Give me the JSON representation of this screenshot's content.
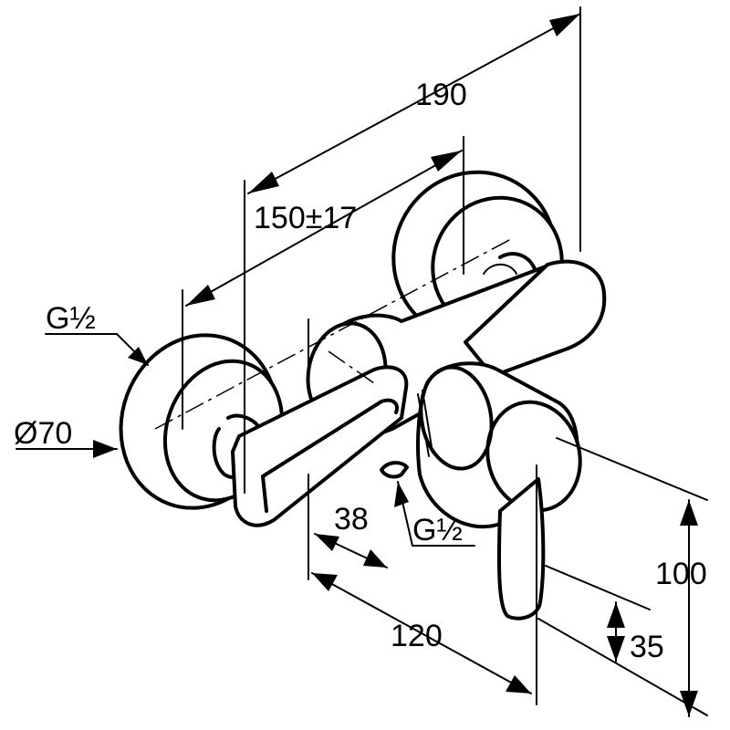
{
  "dimensions": {
    "total_width": "190",
    "center_distance": "150±17",
    "inlet_thread": "G½",
    "rosette_diameter": "Ø70",
    "outlet_depth": "38",
    "outlet_thread": "G½",
    "projection": "120",
    "height": "100",
    "outlet_height": "35"
  }
}
